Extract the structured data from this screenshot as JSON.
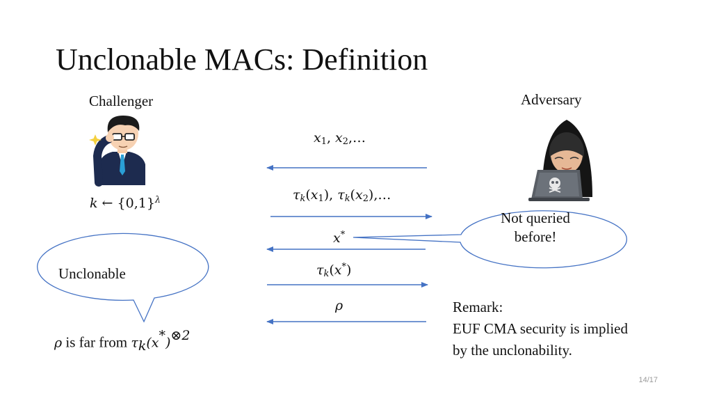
{
  "slide": {
    "title": "Unclonable MACs: Definition",
    "page_number": "14/17"
  },
  "challenger": {
    "label": "Challenger",
    "key_gen": {
      "k": "k",
      "arrow": " ← ",
      "set": "{0,1}",
      "exp": "λ"
    }
  },
  "adversary": {
    "label": "Adversary"
  },
  "messages": {
    "queries": {
      "x": "x",
      "s1": "1",
      "sep": ", ",
      "s2": "2",
      "tail": ",…"
    },
    "tags": {
      "tau": "τ",
      "k": "k",
      "open": "(",
      "x": "x",
      "s1": "1",
      "close_sep": "), ",
      "s2": "2",
      "tail": "),…"
    },
    "challenge": {
      "x": "x",
      "star": "*"
    },
    "challenge_tag": {
      "tau": "τ",
      "k": "k",
      "open": "(",
      "x": "x",
      "star": "*",
      "close": ")"
    },
    "response": "ρ"
  },
  "bubbles": {
    "not_queried": {
      "line1": "Not queried",
      "line2": "before!"
    },
    "unclonable": "Unclonable"
  },
  "condition": {
    "rho": "ρ",
    "text": " is far from ",
    "tau": "τ",
    "k": "k",
    "open": "(",
    "x": "x",
    "star": "*",
    "close": ")",
    "power": "⊗2"
  },
  "remark": {
    "heading": "Remark:",
    "line1": "EUF CMA security is implied",
    "line2": "by the unclonability."
  },
  "colors": {
    "arrow": "#4472c4",
    "bubble_stroke": "#4472c4"
  },
  "icons": {
    "challenger": "businessman-adjusting-glasses-icon",
    "adversary": "hooded-hacker-with-laptop-icon"
  }
}
